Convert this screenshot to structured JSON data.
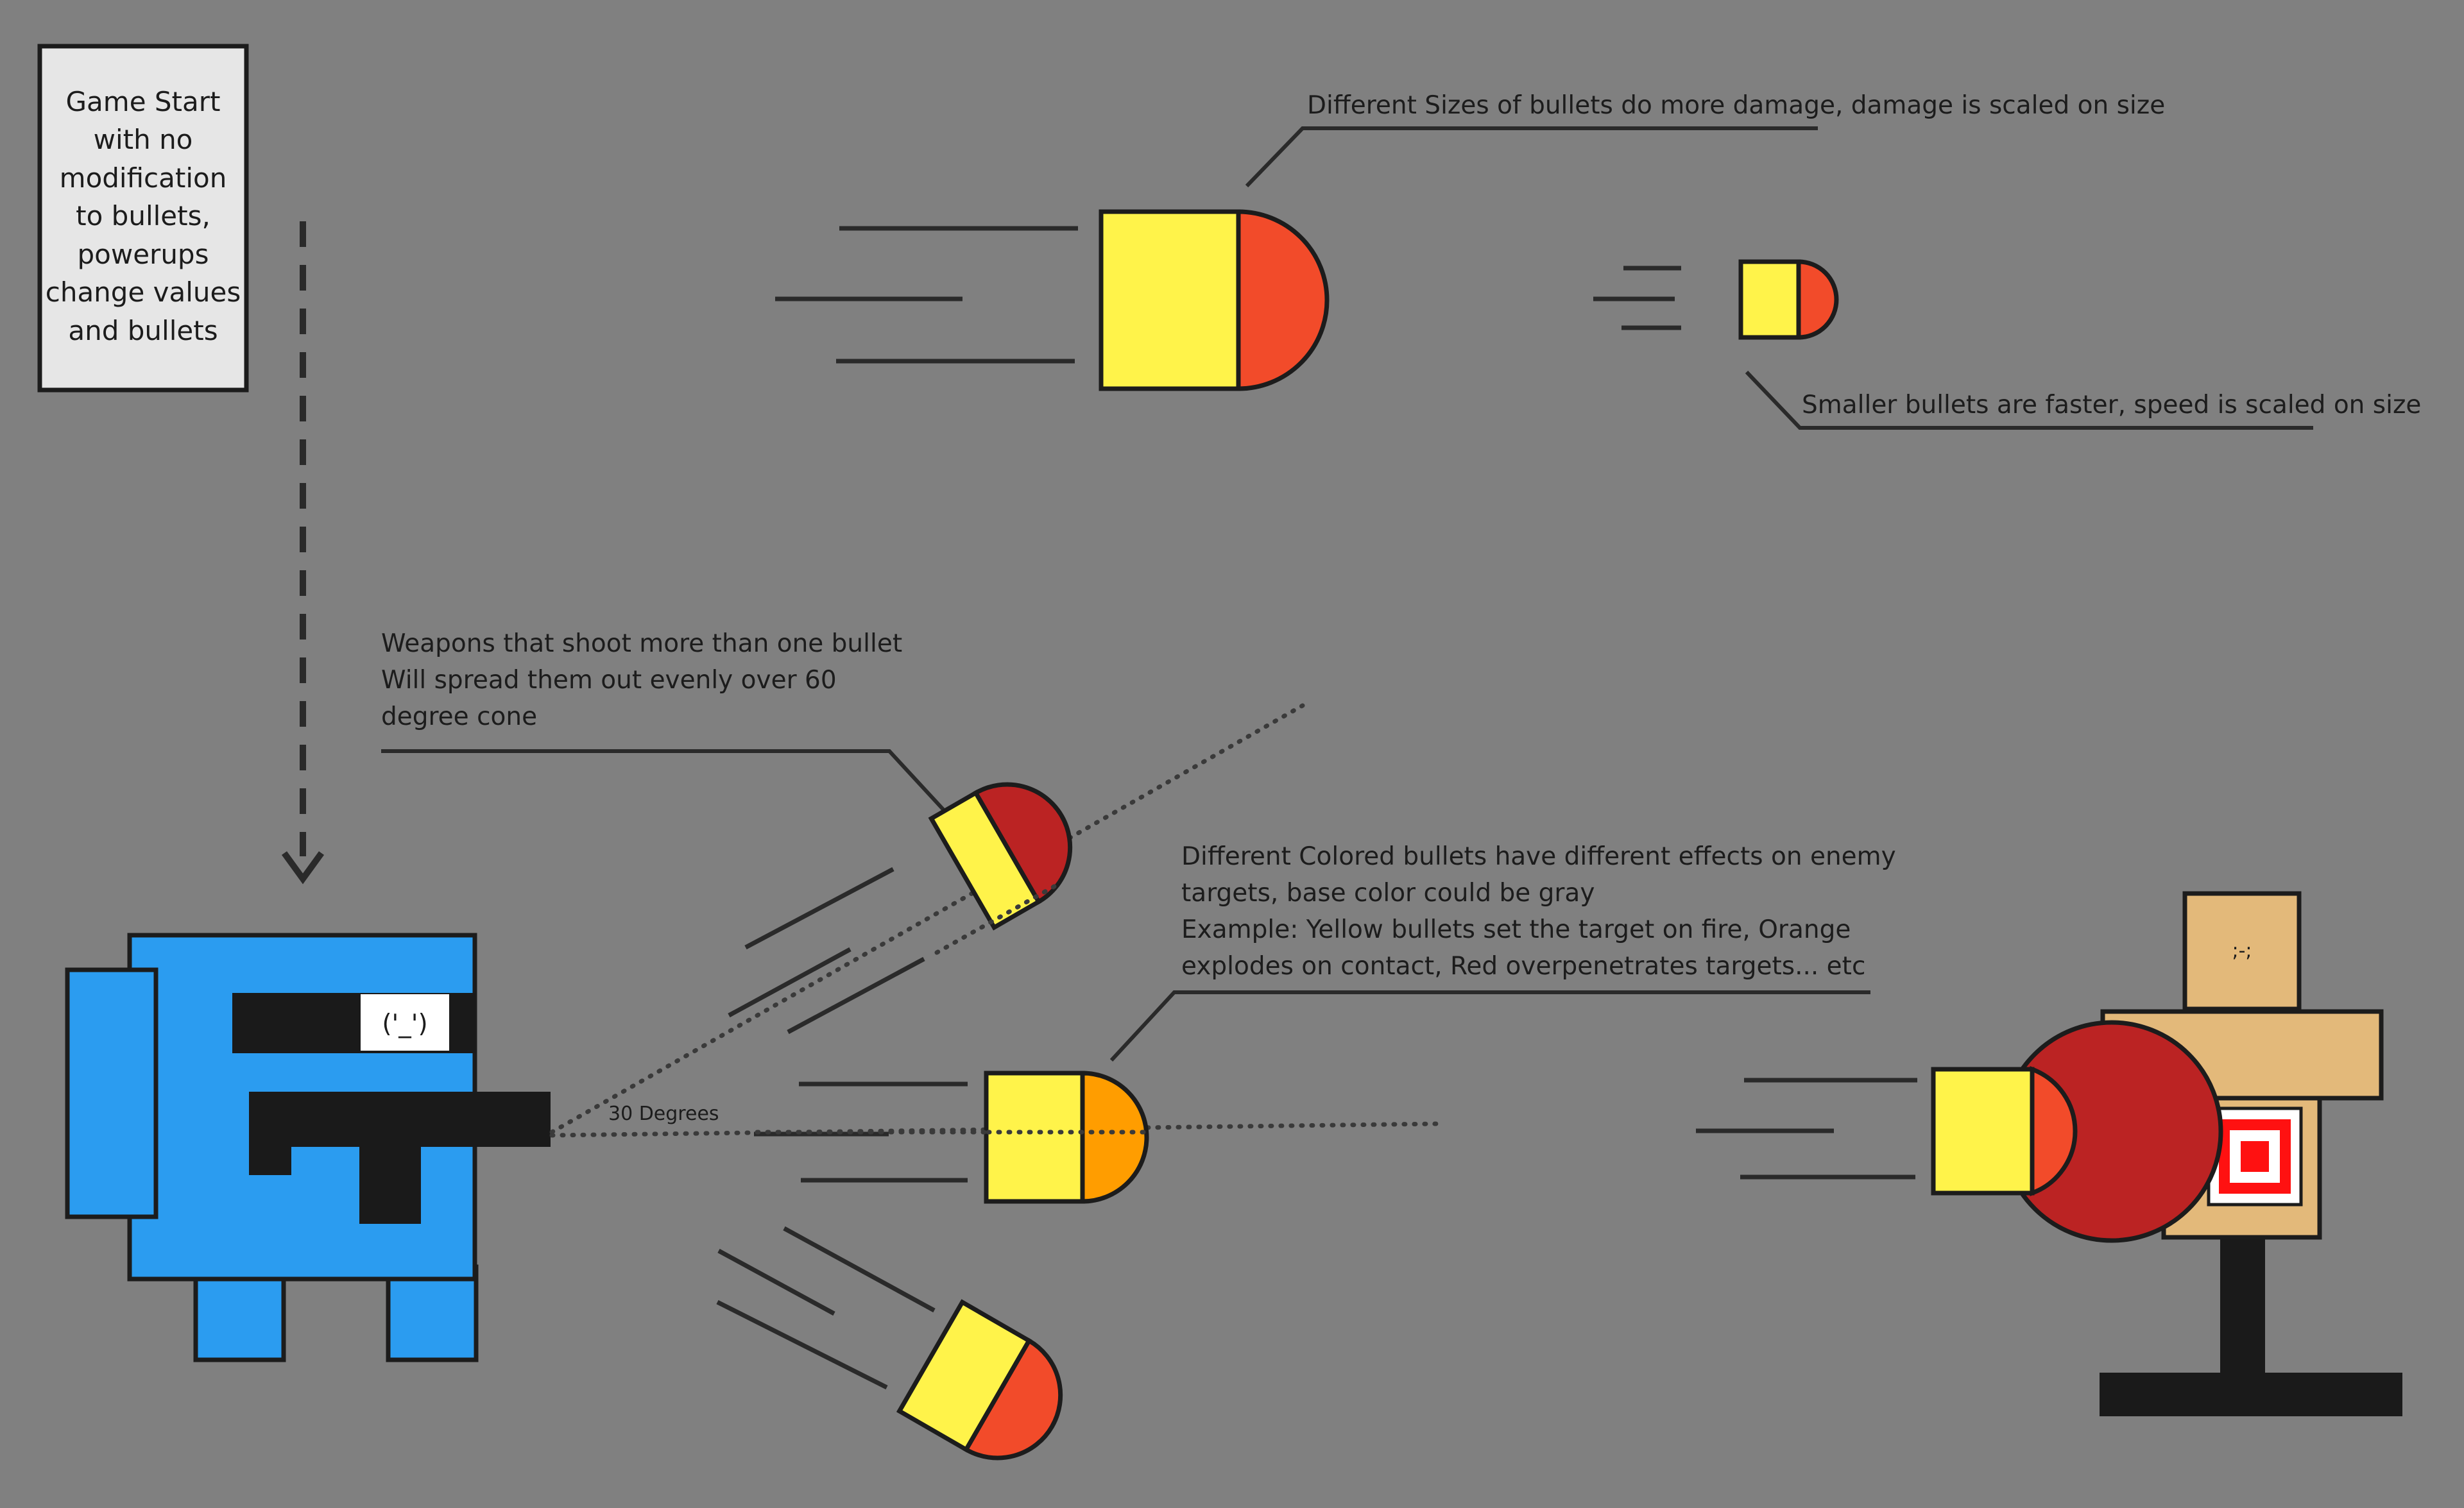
{
  "start_box": {
    "lines": [
      "Game Start",
      "with no",
      "modification",
      "to bullets,",
      "powerups",
      "change values",
      "and bullets"
    ]
  },
  "notes": {
    "size_damage": "Different Sizes of bullets do more damage, damage is scaled on size",
    "size_speed": "Smaller bullets are faster, speed is scaled on size",
    "spread": [
      "Weapons that shoot more than one bullet",
      "Will spread them out evenly over 60",
      "degree cone"
    ],
    "colors": [
      "Different Colored bullets have different effects on enemy",
      "targets, base color could be gray",
      "Example: Yellow bullets set the target on fire, Orange",
      "explodes on contact, Red overpenetrates targets... etc"
    ]
  },
  "player": {
    "face": "('_')"
  },
  "angle_label": "30 Degrees",
  "target": {
    "face": ";-;"
  },
  "colors": {
    "background": "#808080",
    "bullet_body": "#fff34a",
    "bullet_tip_red": "#f24b2a",
    "bullet_tip_dark_red": "#bb2323",
    "bullet_tip_orange": "#ff9d00",
    "player_blue": "#2b9cf0",
    "target_tan": "#e3b97a",
    "target_red": "#ff1111",
    "impact_red": "#bb2323",
    "outline": "#1c1c1c"
  }
}
